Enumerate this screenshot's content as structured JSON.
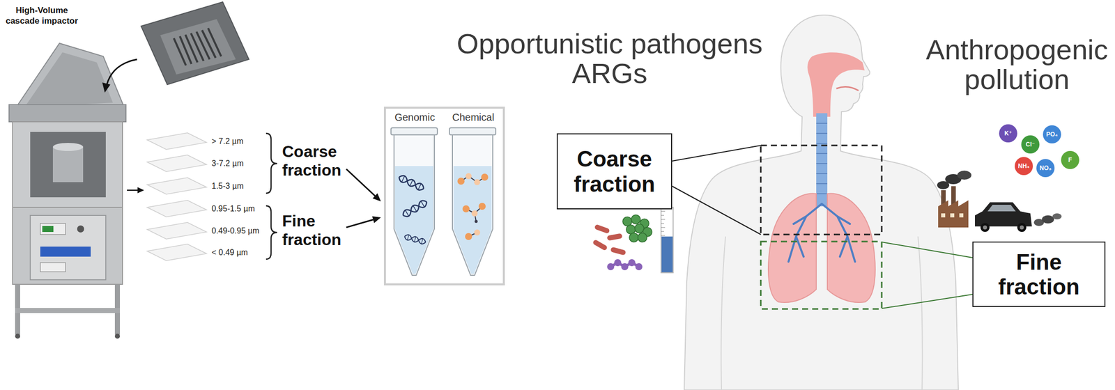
{
  "diagram": {
    "nodes": [
      {
        "text": [
          "Coarse fraction"
        ]
      },
      {
        "text": [
          "Fine fraction"
        ]
      },
      {
        "text": [
          "Genomic",
          "Chemical"
        ]
      },
      {
        "text": [
          "Coarse fraction"
        ]
      },
      {
        "text": [
          "Fine fraction"
        ]
      }
    ],
    "edges": [
      {
        "from": 0,
        "to": 2,
        "arrow": "to"
      },
      {
        "from": 1,
        "to": 2,
        "arrow": "to"
      }
    ],
    "labels": [
      "High-Volume cascade impactor",
      "> 7.2 µm",
      "3-7.2 µm",
      "1.5-3 µm",
      "0.95-1.5 µm",
      "0.49-0.95 µm",
      "< 0.49 µm",
      "Opportunistic pathogens ARGs",
      "Anthropogenic pollution",
      "K⁺",
      "Cl⁻",
      "PO₄",
      "NH₄",
      "NO₃",
      "F"
    ]
  }
}
